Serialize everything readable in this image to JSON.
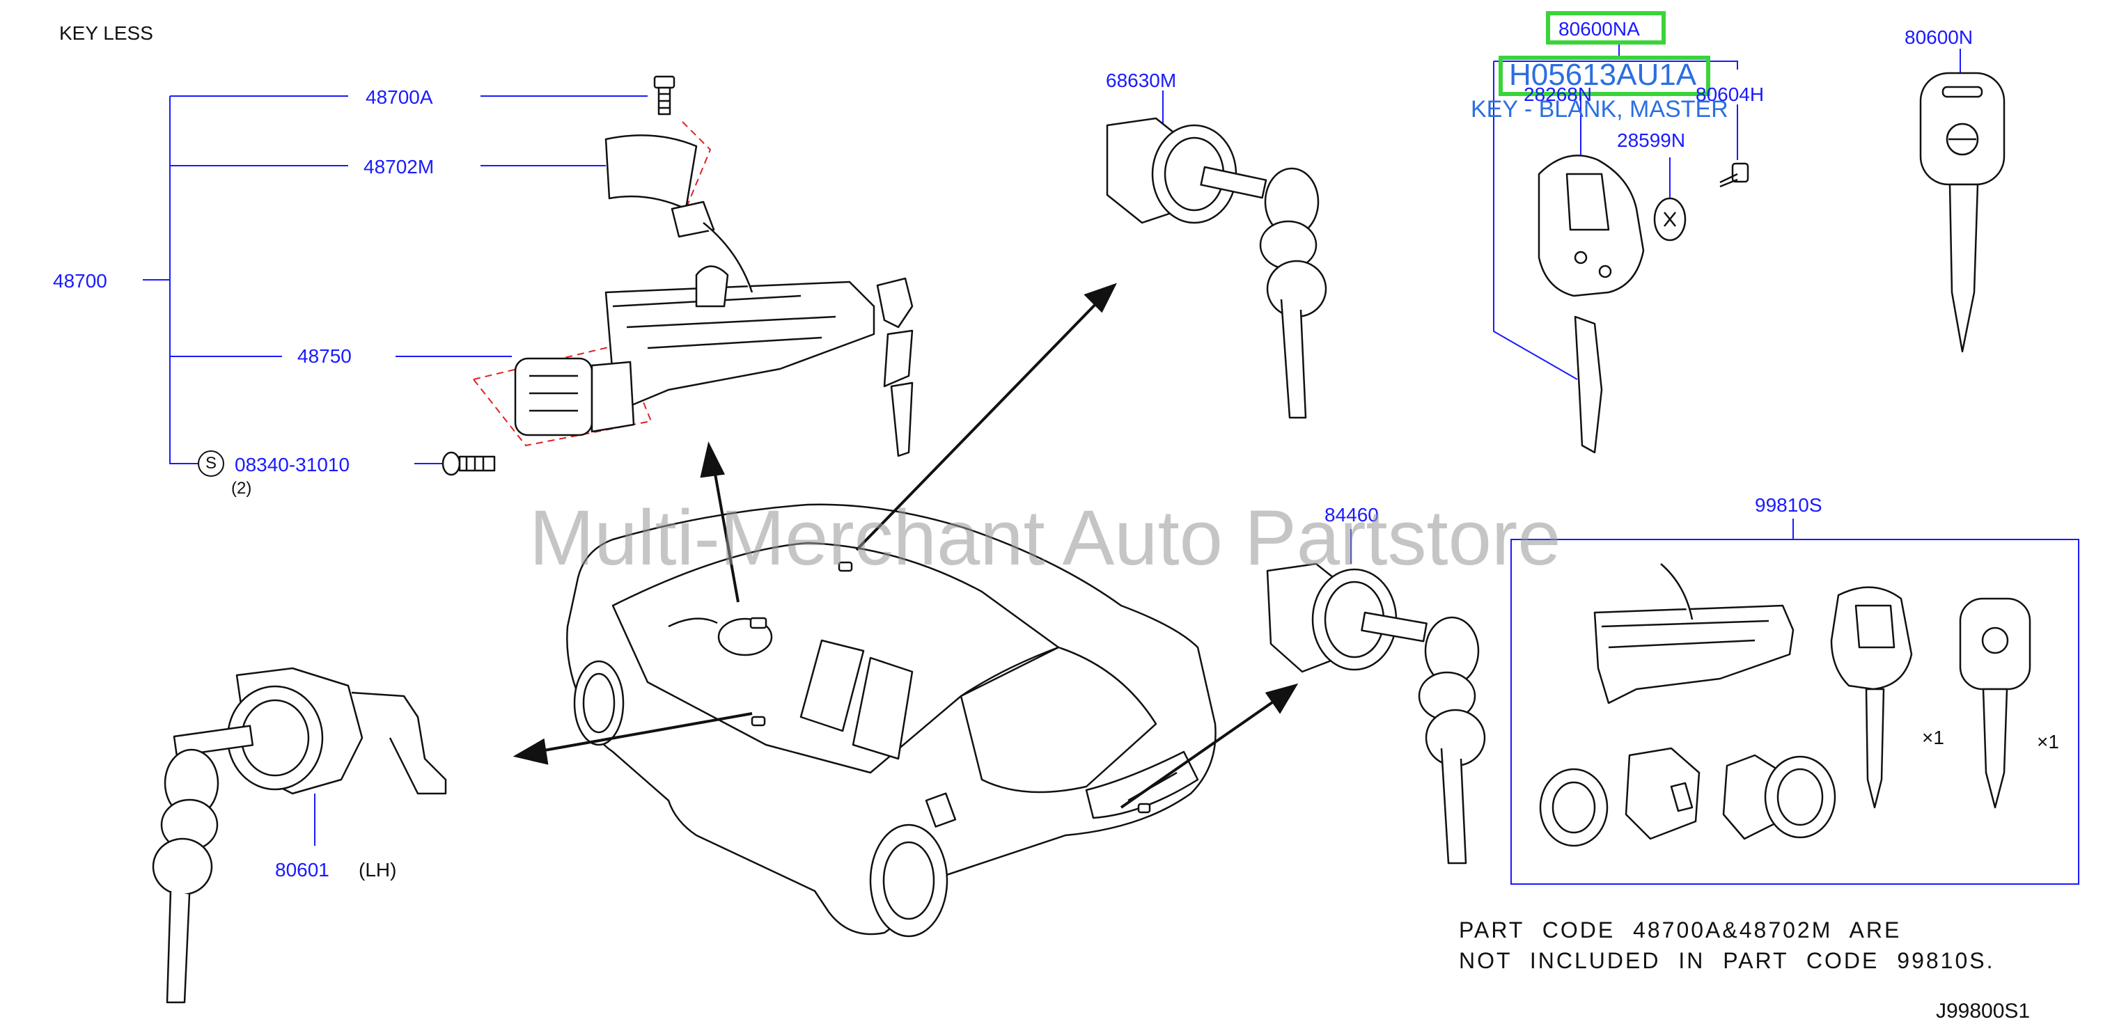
{
  "header": {
    "key_type": "KEY   LESS"
  },
  "labels": {
    "p48700A": "48700A",
    "p48702M": "48702M",
    "p48700": "48700",
    "p48750": "48750",
    "bolt_prefix": "S",
    "p08340": "08340-31010",
    "qty2": "(2)",
    "p68630M": "68630M",
    "p80600NA": "80600NA",
    "pH05613": "H05613AU1A",
    "p28268N": "28268N",
    "p80604H": "80604H",
    "key_desc": "KEY - BLANK, MASTER",
    "p28599N": "28599N",
    "p80600N": "80600N",
    "p84460": "84460",
    "p99810S": "99810S",
    "x1a": "×1",
    "x1b": "×1",
    "p80601": "80601",
    "lh": "(LH)",
    "diagram_code": "J99800S1"
  },
  "notes": {
    "line1": "PART CODE 48700A&48702M ARE",
    "line2": "NOT INCLUDED IN PART CODE 99810S."
  },
  "watermark": "Multi-Merchant Auto Partstore",
  "colors": {
    "label_blue": "#1a1aff",
    "highlight_green": "#3ad43a",
    "highlight_text": "#2b6fe0"
  }
}
